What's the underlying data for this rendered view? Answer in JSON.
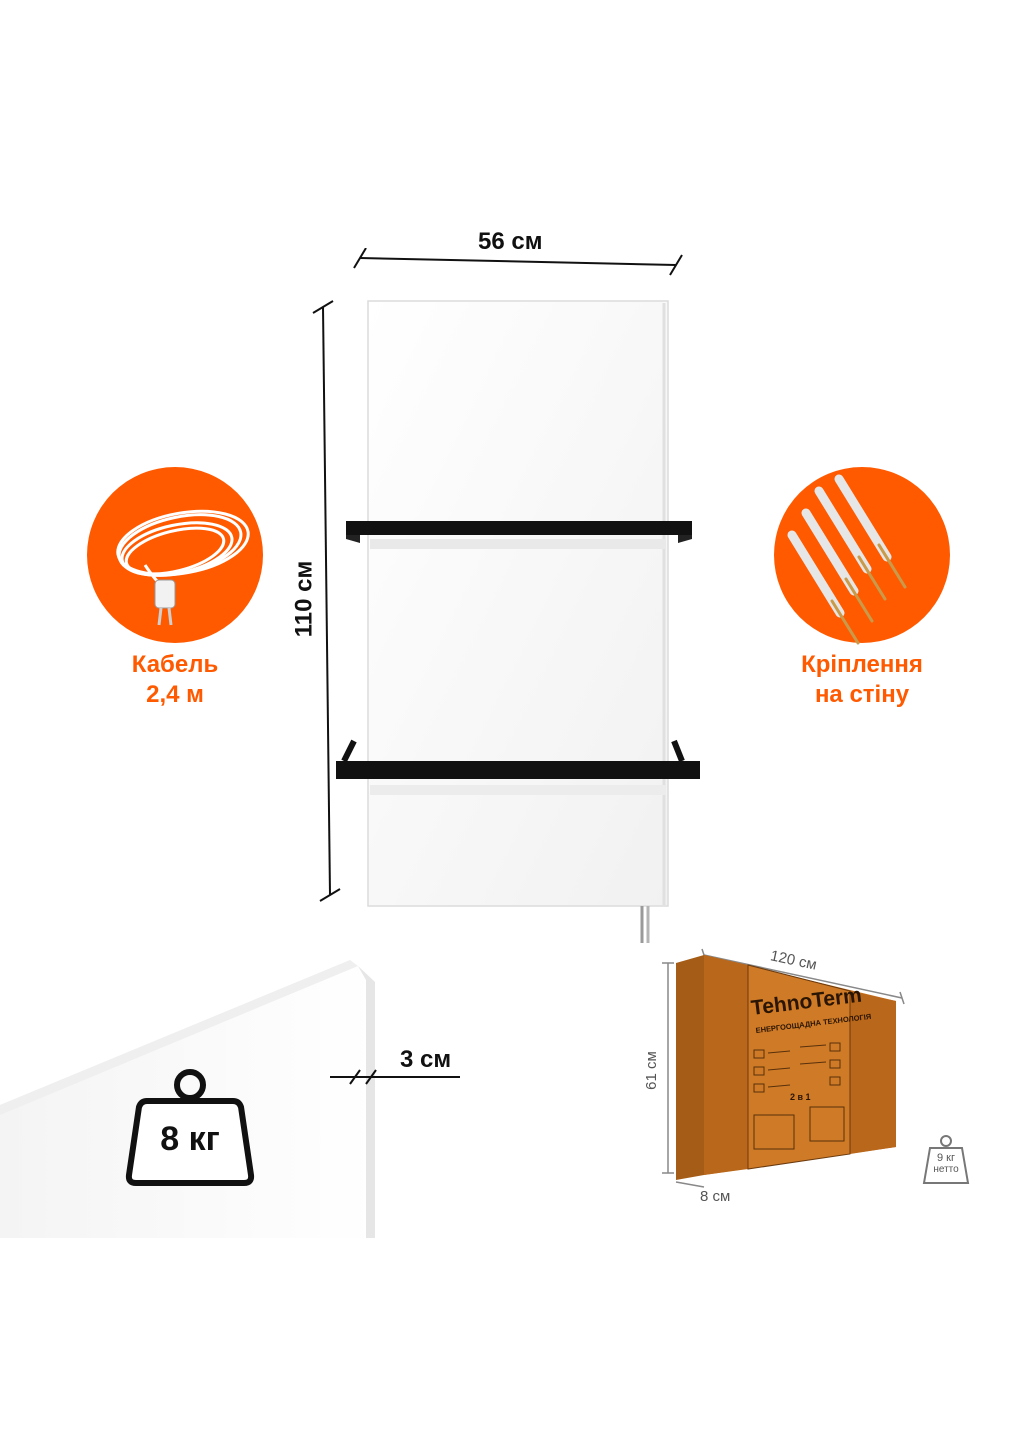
{
  "dimensions": {
    "width": "56 см",
    "height": "110 см",
    "depth": "3 см"
  },
  "accessories": {
    "cable": {
      "line1": "Кабель",
      "line2": "2,4 м",
      "icon": "power-cable-icon"
    },
    "mount": {
      "line1": "Кріплення",
      "line2": "на стіну",
      "icon": "wall-anchor-icon"
    }
  },
  "weight": {
    "value": "8 кг",
    "icon": "weight-icon"
  },
  "package": {
    "length": "120 см",
    "height": "61 см",
    "depth": "8 см",
    "brand": "TehnoTerm",
    "tagline": "ЕНЕРГООЩАДНА ТЕХНОЛОГІЯ",
    "badge": "2 в 1",
    "weight_value": "9 кг",
    "weight_label": "нетто"
  },
  "colors": {
    "accent": "#ff5a00",
    "panel": "#ffffff",
    "rail": "#111111",
    "box": "#c9711f"
  }
}
